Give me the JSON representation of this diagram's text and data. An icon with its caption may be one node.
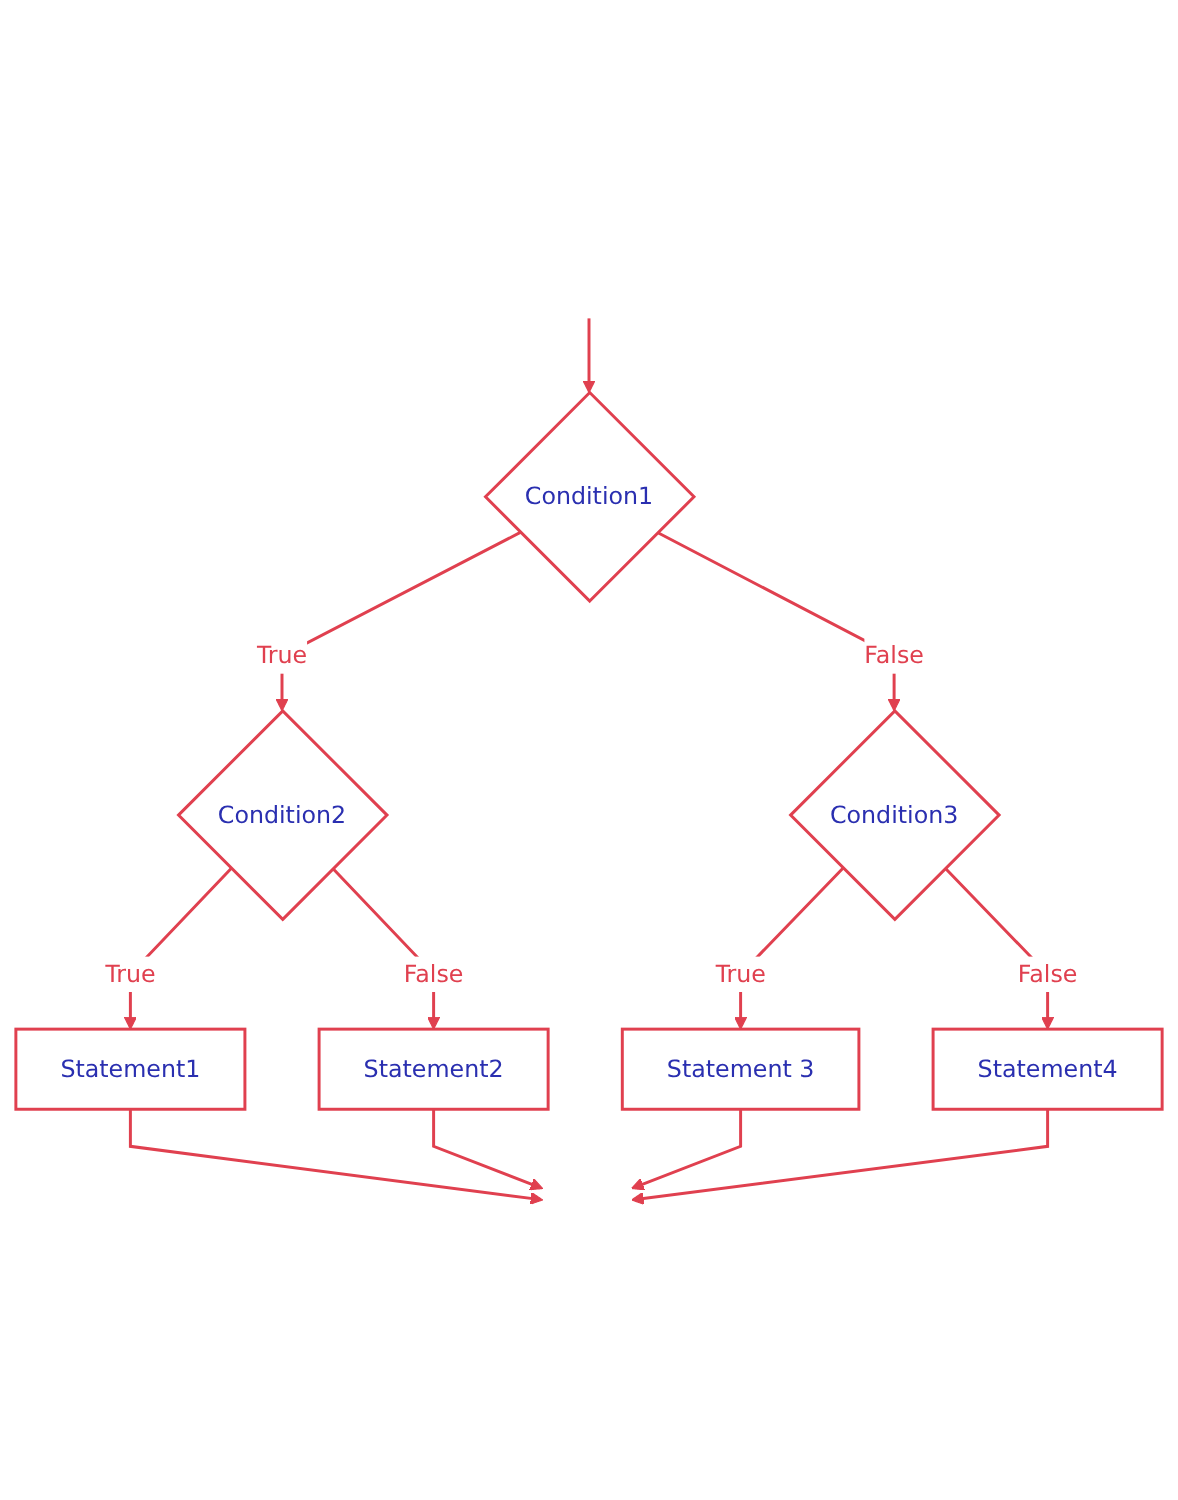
{
  "diagram": {
    "nodes": [
      {
        "text": [
          "Condition1"
        ]
      },
      {
        "text": [
          "Condition2"
        ]
      },
      {
        "text": [
          "Condition3"
        ]
      },
      {
        "text": [
          "Statement1"
        ]
      },
      {
        "text": [
          "Statement2"
        ]
      },
      {
        "text": [
          "Statement 3"
        ]
      },
      {
        "text": [
          "Statement4"
        ]
      }
    ],
    "edges": [
      {
        "from": null,
        "to": 0,
        "arrow": "to"
      },
      {
        "from": 0,
        "to": 1,
        "label": "True",
        "arrow": "to"
      },
      {
        "from": 0,
        "to": 2,
        "label": "False",
        "arrow": "to"
      },
      {
        "from": 1,
        "to": 3,
        "label": "True",
        "arrow": "to"
      },
      {
        "from": 1,
        "to": 4,
        "label": "False",
        "arrow": "to"
      },
      {
        "from": 2,
        "to": 5,
        "label": "True",
        "arrow": "to"
      },
      {
        "from": 2,
        "to": 6,
        "label": "False",
        "arrow": "to"
      },
      {
        "from": 3,
        "to": null,
        "arrow": "to"
      },
      {
        "from": 4,
        "to": null,
        "arrow": "to"
      },
      {
        "from": 5,
        "to": null,
        "arrow": "to"
      },
      {
        "from": 6,
        "to": null,
        "arrow": "to"
      }
    ]
  }
}
